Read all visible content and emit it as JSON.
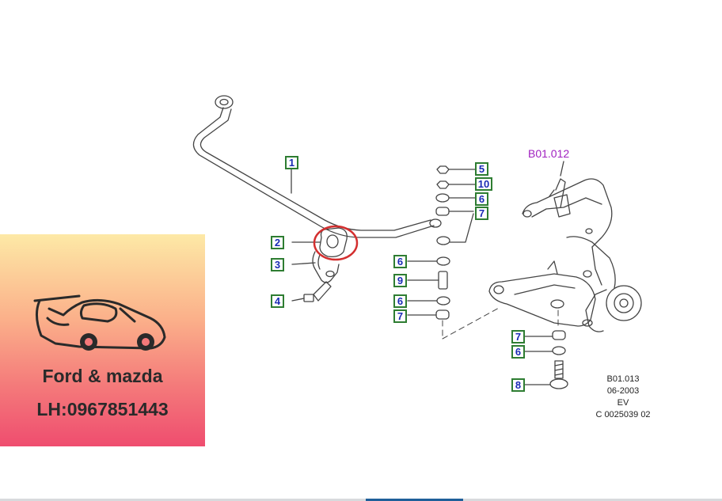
{
  "diagram": {
    "ref_code": "B01.012",
    "ref_block": [
      "B01.013",
      "06-2003",
      "EV",
      "C 0025039 02"
    ],
    "callouts": [
      {
        "id": "c1",
        "label": "1"
      },
      {
        "id": "c2",
        "label": "2"
      },
      {
        "id": "c3",
        "label": "3"
      },
      {
        "id": "c4",
        "label": "4"
      },
      {
        "id": "c5",
        "label": "5"
      },
      {
        "id": "c10",
        "label": "10"
      },
      {
        "id": "c6a",
        "label": "6"
      },
      {
        "id": "c7a",
        "label": "7"
      },
      {
        "id": "c6b",
        "label": "6"
      },
      {
        "id": "c9",
        "label": "9"
      },
      {
        "id": "c6c",
        "label": "6"
      },
      {
        "id": "c7b",
        "label": "7"
      },
      {
        "id": "c7c",
        "label": "7"
      },
      {
        "id": "c6d",
        "label": "6"
      },
      {
        "id": "c8",
        "label": "8"
      }
    ],
    "highlight_color": "#d32f2f",
    "callout_text_color": "#1a2bb5",
    "callout_border_color": "#2e7d32",
    "ref_color": "#a020c0"
  },
  "promo": {
    "brand": "Ford & mazda",
    "phone": "LH:0967851443",
    "icon": "sports-car-icon"
  }
}
